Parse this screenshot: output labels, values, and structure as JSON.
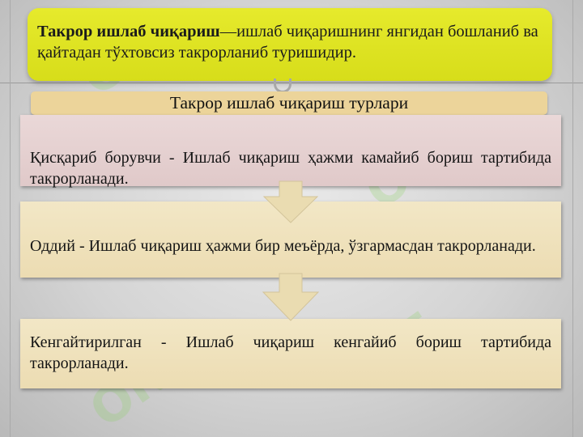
{
  "definition": {
    "term": "Такрор ишлаб чиқариш",
    "text": "—ишлаб чиқаришнинг янгидан бошланиб ва қайтадан тўхтовсиз такрорланиб туришидир."
  },
  "title": "Такрор ишлаб чиқариш турлари",
  "types": [
    {
      "text": "Қисқариб борувчи - Ишлаб чиқариш ҳажми камайиб бориш тартибида такрорланади."
    },
    {
      "text": "Оддий - Ишлаб чиқариш ҳажми бир меъёрда, ўзгармасдан такрорланади."
    },
    {
      "text": "Кенгайтирилган - Ишлаб чиқариш кенгайиб бориш тартибида такрорланади."
    }
  ],
  "colors": {
    "definition_bg": "#e0e423",
    "title_bg": "#ecd49a",
    "box1_bg": "#e6d2d2",
    "box_bg": "#efe2bd",
    "arrow": "#eadcb1"
  }
}
